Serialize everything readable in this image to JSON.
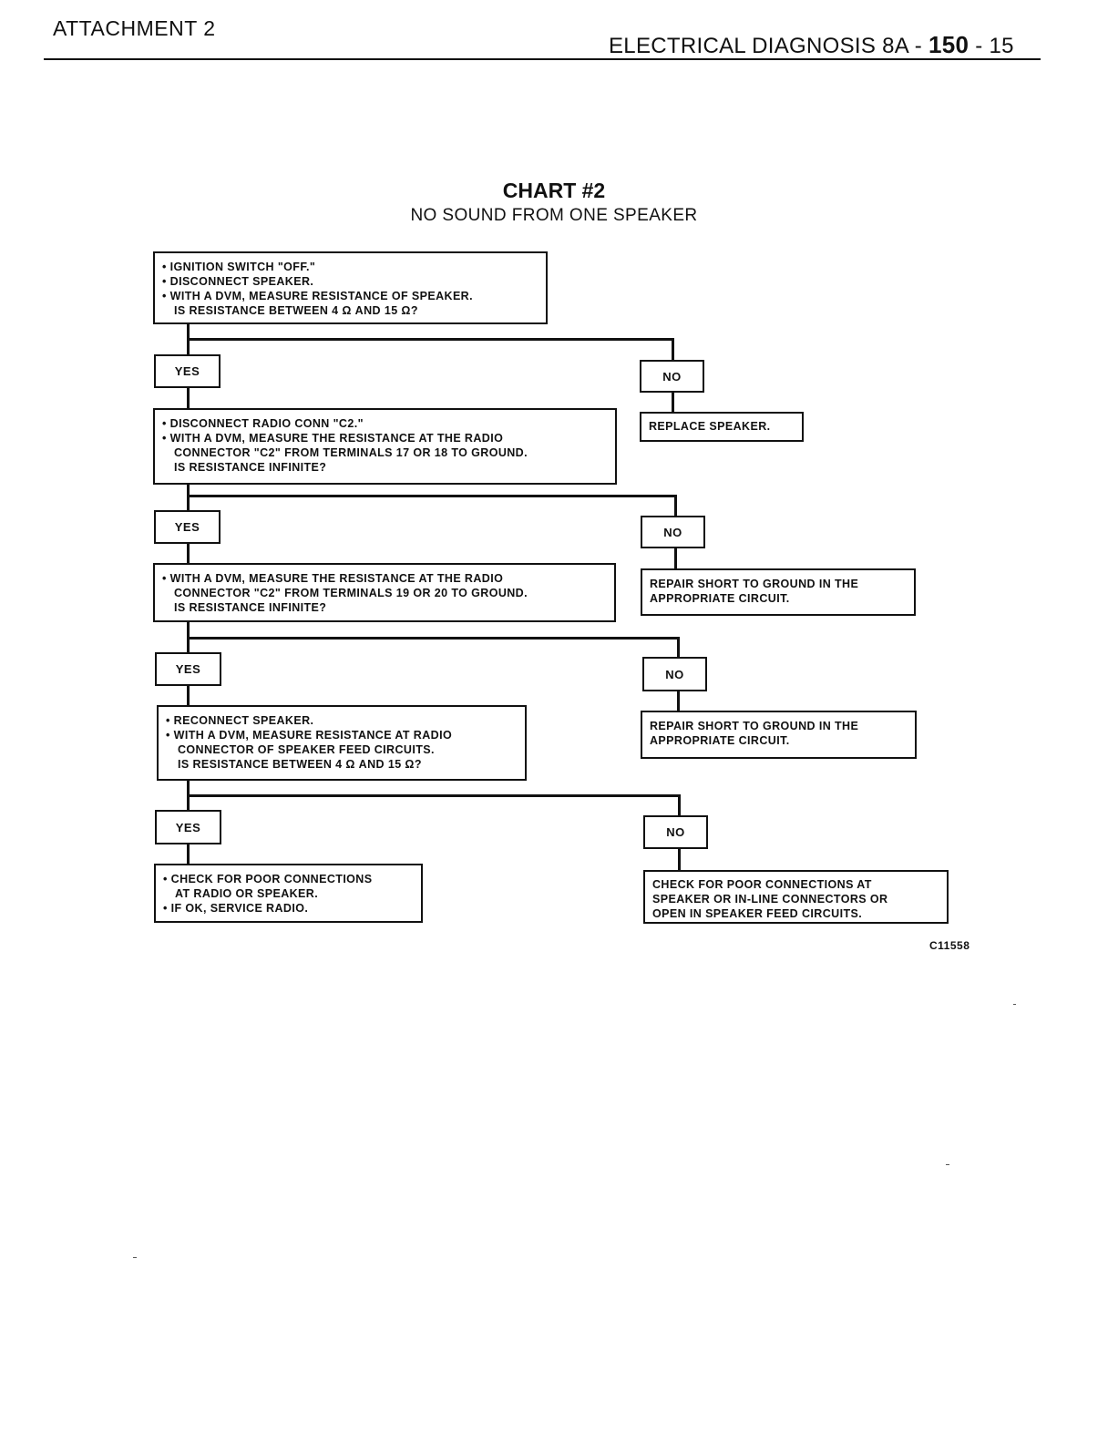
{
  "header": {
    "left": "ATTACHMENT 2",
    "right_prefix": "ELECTRICAL DIAGNOSIS 8A - ",
    "right_page": "150",
    "right_suffix": " - 15"
  },
  "chart": {
    "title": "CHART #2",
    "subtitle": "NO SOUND FROM ONE SPEAKER"
  },
  "steps": [
    {
      "lines": [
        "• IGNITION SWITCH \"OFF.\"",
        "• DISCONNECT SPEAKER.",
        "• WITH A DVM, MEASURE RESISTANCE OF SPEAKER.",
        "IS RESISTANCE BETWEEN 4 Ω AND 15 Ω?"
      ]
    },
    {
      "lines": [
        "• DISCONNECT RADIO CONN \"C2.\"",
        "• WITH A DVM, MEASURE THE RESISTANCE AT THE RADIO",
        "CONNECTOR \"C2\" FROM TERMINALS 17 OR 18 TO GROUND.",
        "IS RESISTANCE INFINITE?"
      ]
    },
    {
      "lines": [
        "• WITH A DVM, MEASURE THE RESISTANCE AT THE RADIO",
        "CONNECTOR \"C2\" FROM TERMINALS 19 OR 20 TO GROUND.",
        "IS RESISTANCE INFINITE?"
      ]
    },
    {
      "lines": [
        "• RECONNECT SPEAKER.",
        "• WITH A DVM, MEASURE RESISTANCE AT RADIO",
        "CONNECTOR OF SPEAKER FEED CIRCUITS.",
        "IS RESISTANCE BETWEEN 4 Ω AND 15 Ω?"
      ]
    },
    {
      "lines": [
        "• CHECK FOR POOR CONNECTIONS",
        "AT RADIO OR SPEAKER.",
        "• IF OK, SERVICE RADIO."
      ]
    }
  ],
  "no_results": [
    {
      "lines": [
        "REPLACE SPEAKER."
      ]
    },
    {
      "lines": [
        "REPAIR SHORT TO GROUND IN THE",
        "APPROPRIATE CIRCUIT."
      ]
    },
    {
      "lines": [
        "REPAIR SHORT TO GROUND IN THE",
        "APPROPRIATE CIRCUIT."
      ]
    },
    {
      "lines": [
        "CHECK FOR POOR CONNECTIONS AT",
        "SPEAKER OR IN-LINE CONNECTORS OR",
        "OPEN IN SPEAKER FEED CIRCUITS."
      ]
    }
  ],
  "labels": {
    "yes": "YES",
    "no": "NO"
  },
  "reference": "C11558"
}
